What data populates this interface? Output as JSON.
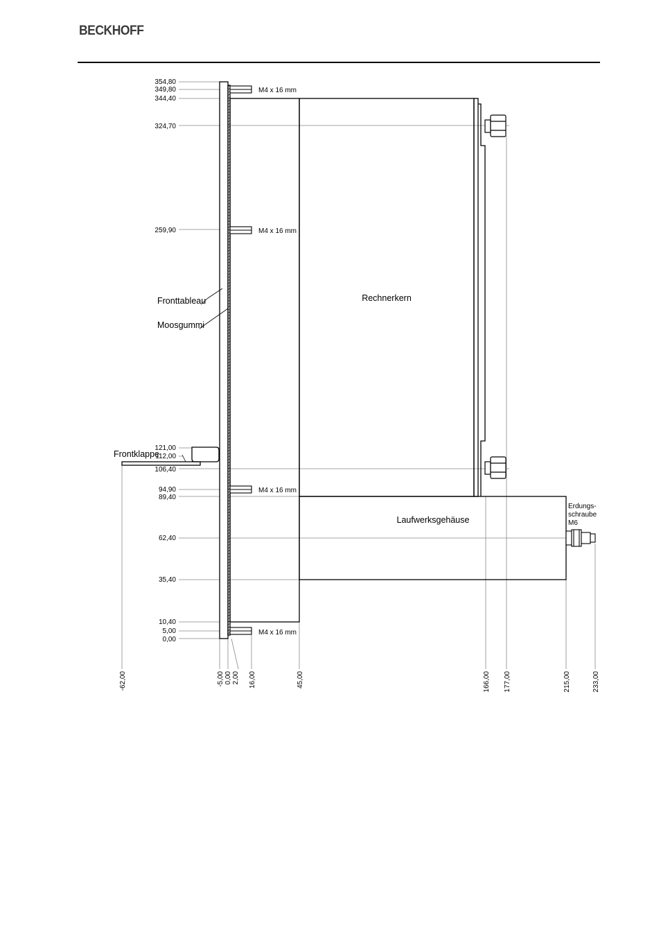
{
  "header": {
    "logo_text": "BECKHOFF"
  },
  "diagram": {
    "y_dims": [
      "354,80",
      "349,80",
      "344,40",
      "324,70",
      "259,90",
      "121,00",
      "112,00",
      "106,40",
      "94,90",
      "89,40",
      "62,40",
      "35,40",
      "10,40",
      "5,00",
      "0,00"
    ],
    "x_dims": [
      "-62,00",
      "-5,00",
      "0,00",
      "2,00",
      "16,00",
      "45,00",
      "166,00",
      "177,00",
      "215,00",
      "233,00"
    ],
    "screw_label": "M4 x 16 mm",
    "labels": {
      "fronttableau": "Fronttableau",
      "moosgummi": "Moosgummi",
      "frontklappe": "Frontklappe",
      "rechnerkern": "Rechnerkern",
      "laufwerksgehaeuse": "Laufwerksgehäuse",
      "erdung_1": "Erdungs-",
      "erdung_2": "schraube",
      "erdung_3": "M6"
    },
    "colors": {
      "line": "#000000",
      "leader": "#888888"
    }
  }
}
